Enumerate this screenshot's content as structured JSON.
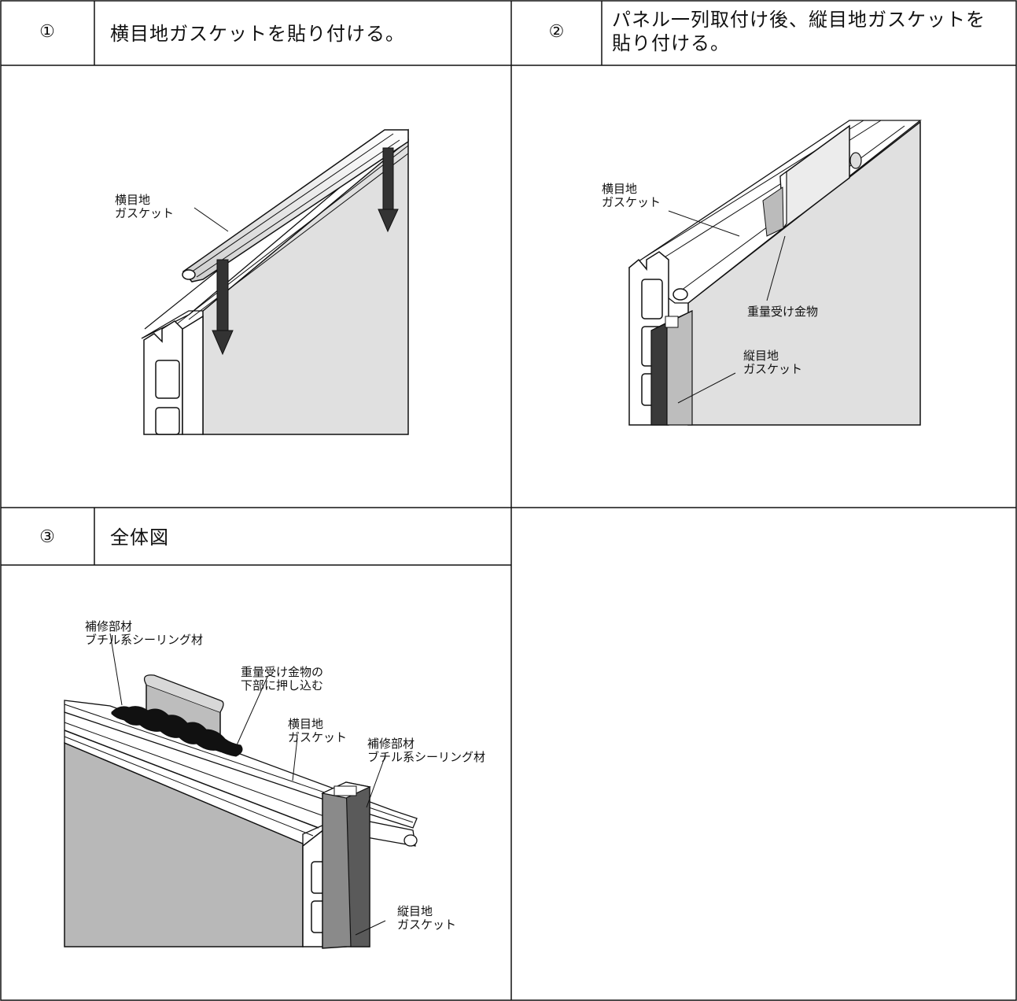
{
  "steps": [
    {
      "num": "①",
      "title": "横目地ガスケットを貼り付ける。"
    },
    {
      "num": "②",
      "title": "パネル一列取付け後、縦目地ガスケットを\n貼り付ける。"
    },
    {
      "num": "③",
      "title": "全体図"
    }
  ],
  "fig1": {
    "label_gasket": "横目地\nガスケット"
  },
  "fig2": {
    "label_h_gasket": "横目地\nガスケット",
    "label_bracket": "重量受け金物",
    "label_v_gasket": "縦目地\nガスケット"
  },
  "fig3": {
    "label_repair1": "補修部材\nブチル系シーリング材",
    "label_push": "重量受け金物の\n下部に押し込む",
    "label_h_gasket": "横目地\nガスケット",
    "label_repair2": "補修部材\nブチル系シーリング材",
    "label_v_gasket": "縦目地\nガスケット"
  }
}
